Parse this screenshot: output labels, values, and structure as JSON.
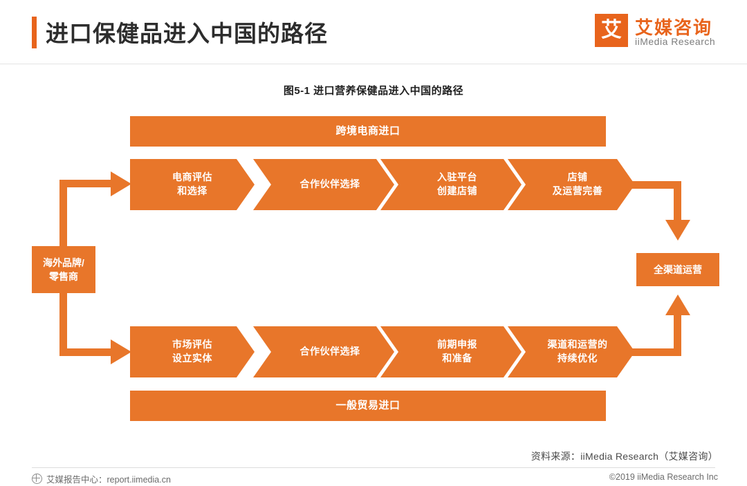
{
  "header": {
    "title": "进口保健品进入中国的路径",
    "logo_mark": "艾",
    "logo_cn": "艾媒咨询",
    "logo_en": "iiMedia Research"
  },
  "chart_data": {
    "type": "diagram",
    "title": "图5-1 进口营养保健品进入中国的路径",
    "start_node": "海外品牌/\n零售商",
    "start_node_line1": "海外品牌/",
    "start_node_line2": "零售商",
    "end_node": "全渠道运营",
    "lanes": [
      {
        "name": "cross-border",
        "banner": "跨境电商进口",
        "steps": [
          {
            "line1": "电商评估",
            "line2": "和选择"
          },
          {
            "line1": "合作伙伴选择",
            "line2": ""
          },
          {
            "line1": "入驻平台",
            "line2": "创建店铺"
          },
          {
            "line1": "店铺",
            "line2": "及运营完善"
          }
        ]
      },
      {
        "name": "general-trade",
        "banner": "一般贸易进口",
        "steps": [
          {
            "line1": "市场评估",
            "line2": "设立实体"
          },
          {
            "line1": "合作伙伴选择",
            "line2": ""
          },
          {
            "line1": "前期申报",
            "line2": "和准备"
          },
          {
            "line1": "渠道和运营的",
            "line2": "持续优化"
          }
        ]
      }
    ],
    "colors": {
      "accent": "#e8762a",
      "brand": "#e8641c"
    }
  },
  "footer": {
    "source": "资料来源：iiMedia Research（艾媒咨询）",
    "left": "艾媒报告中心：report.iimedia.cn",
    "right": "©2019  iiMedia Research  Inc"
  }
}
